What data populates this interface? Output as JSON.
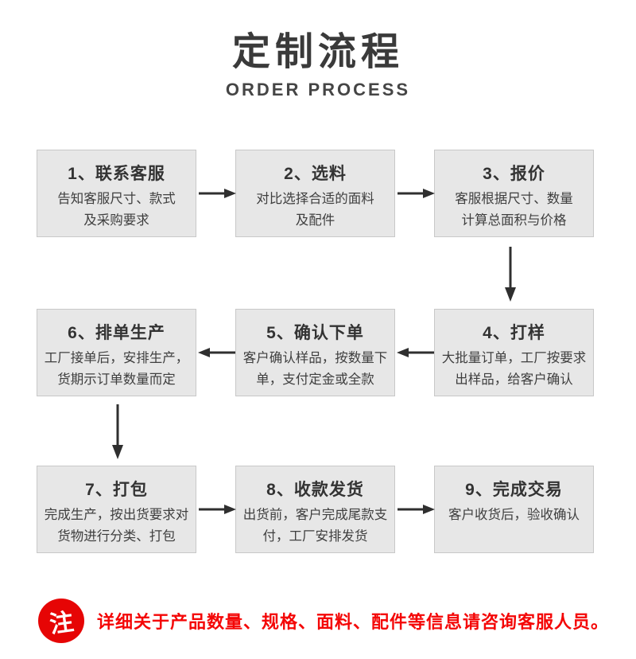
{
  "header": {
    "title": "定制流程",
    "subtitle": "ORDER PROCESS"
  },
  "steps": [
    {
      "title": "1、联系客服",
      "line1": "告知客服尺寸、款式",
      "line2": "及采购要求"
    },
    {
      "title": "2、选料",
      "line1": "对比选择合适的面料",
      "line2": "及配件"
    },
    {
      "title": "3、报价",
      "line1": "客服根据尺寸、数量",
      "line2": "计算总面积与价格"
    },
    {
      "title": "4、打样",
      "line1": "大批量订单，工厂按要求",
      "line2": "出样品，给客户确认"
    },
    {
      "title": "5、确认下单",
      "line1": "客户确认样品，按数量下",
      "line2": "单，支付定金或全款"
    },
    {
      "title": "6、排单生产",
      "line1": "工厂接单后，安排生产，",
      "line2": "货期示订单数量而定"
    },
    {
      "title": "7、打包",
      "line1": "完成生产，按出货要求对",
      "line2": "货物进行分类、打包"
    },
    {
      "title": "8、收款发货",
      "line1": "出货前，客户完成尾款支",
      "line2": "付，工厂安排发货"
    },
    {
      "title": "9、完成交易",
      "line1": "客户收货后，验收确认",
      "line2": ""
    }
  ],
  "note": {
    "badge": "注",
    "text": "详细关于产品数量、规格、面料、配件等信息请咨询客服人员。"
  },
  "colors": {
    "box_bg": "#e7e7e7",
    "box_border": "#c8c8c8",
    "title_text": "#3a3a3a",
    "body_text": "#3f3f3f",
    "arrow": "#2f2f2f",
    "note_red": "#e60505"
  }
}
